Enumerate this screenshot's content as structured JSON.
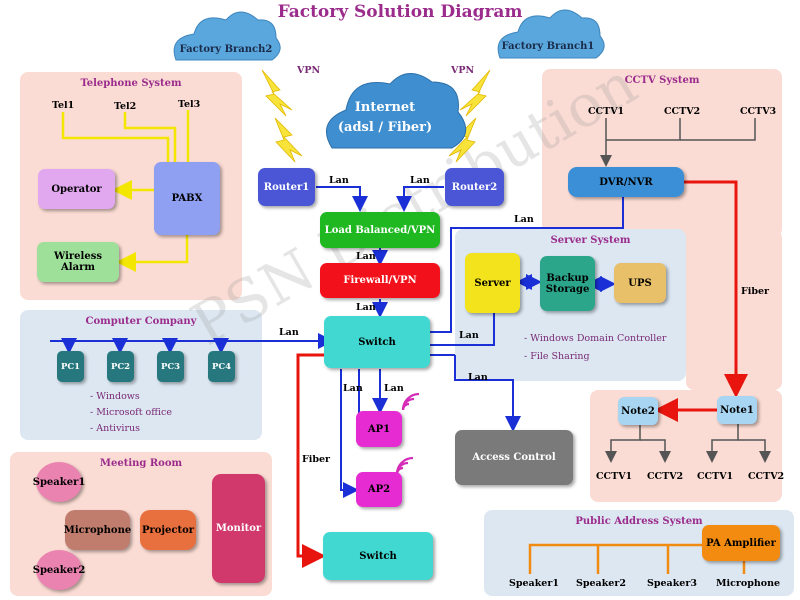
{
  "title": "Factory Solution Diagram",
  "watermark": "PSN Distribution",
  "clouds": {
    "branch2": "Factory Branch2",
    "branch1": "Factory Branch1",
    "internet_line1": "Internet",
    "internet_line2": "(adsl / Fiber)"
  },
  "labels": {
    "vpn": "VPN",
    "lan": "Lan",
    "fiber": "Fiber"
  },
  "telephone": {
    "title": "Telephone System",
    "tel1": "Tel1",
    "tel2": "Tel2",
    "tel3": "Tel3",
    "operator": "Operator",
    "pabx": "PABX",
    "wireless_alarm": "Wireless Alarm"
  },
  "core": {
    "router1": "Router1",
    "router2": "Router2",
    "load_balanced": "Load Balanced/VPN",
    "firewall": "Firewall/VPN",
    "switch": "Switch",
    "ap1": "AP1",
    "ap2": "AP2",
    "access_control": "Access Control",
    "switch2": "Switch"
  },
  "computer": {
    "title": "Computer Company",
    "pcs": [
      "PC1",
      "PC2",
      "PC3",
      "PC4"
    ],
    "bullets": [
      "Windows",
      "Microsoft office",
      "Antivirus"
    ]
  },
  "server": {
    "title": "Server System",
    "server": "Server",
    "backup_line1": "Backup",
    "backup_line2": "Storage",
    "ups": "UPS",
    "bullets": [
      "Windows Domain Controller",
      "File Sharing"
    ]
  },
  "cctv": {
    "title": "CCTV System",
    "cams": [
      "CCTV1",
      "CCTV2",
      "CCTV3"
    ],
    "dvr": "DVR/NVR",
    "note2": "Note2",
    "note1": "Note1",
    "note2_cams": [
      "CCTV1",
      "CCTV2"
    ],
    "note1_cams": [
      "CCTV1",
      "CCTV2"
    ]
  },
  "meeting": {
    "title": "Meeting Room",
    "speaker1": "Speaker1",
    "microphone": "Microphone",
    "projector": "Projector",
    "speaker2": "Speaker2",
    "monitor": "Monitor"
  },
  "pa": {
    "title": "Public Address System",
    "amplifier": "PA Amplifier",
    "items": [
      "Speaker1",
      "Speaker2",
      "Speaker3",
      "Microphone"
    ]
  },
  "colors": {
    "lan_line": "#1a2fd6",
    "fiber_line": "#e8140e",
    "phone_line": "#f3e600",
    "pa_line": "#f08a10",
    "cctv_line": "#555555",
    "title_color": "#9b2c8c"
  }
}
